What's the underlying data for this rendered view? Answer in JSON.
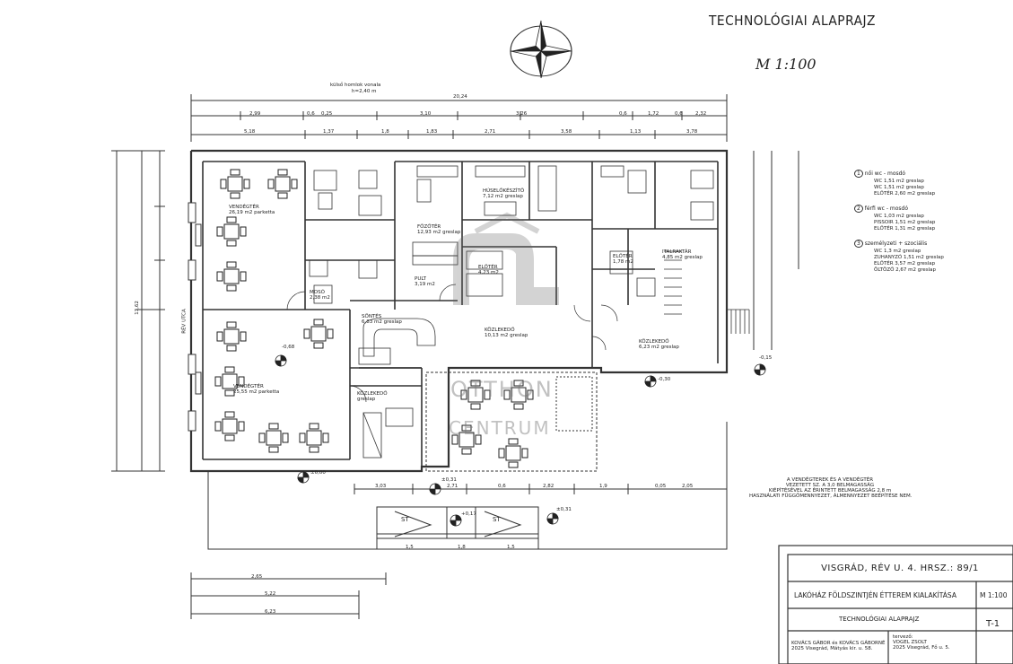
{
  "drawing": {
    "title": "TECHNOLÓGIAI ALAPRAJZ",
    "scale_note": "M 1:100"
  },
  "dimensions": {
    "top_total": "20,24",
    "top_note_1": "külső homlok vonala",
    "top_note_2": "h=2,40 m",
    "left_total": "13,62",
    "bottom_a": "2,65",
    "bottom_b": "5,22",
    "bottom_c": "6,23",
    "row_upper": [
      "2,99",
      "0,6",
      "0,25",
      "3,10",
      "3,26",
      "0,6",
      "1,72",
      "0,6",
      "2,32"
    ],
    "row_mid": [
      "5,18",
      "1,37",
      "1,8",
      "1,83",
      "2,71",
      "3,58",
      "1,13",
      "3,78"
    ],
    "row_lower": [
      "3,03",
      "2,71",
      "0,6",
      "2,82",
      "1,9",
      "0,05",
      "2,05"
    ],
    "row_tiny": [
      "1,5",
      "1,8",
      "1,5"
    ]
  },
  "rooms": [
    {
      "name": "VENDÉGTÉR",
      "area": "26,19 m2 parketta"
    },
    {
      "name": "VENDÉGTÉR",
      "area": "25,55 m2 parketta"
    },
    {
      "name": "FŐZŐTÉR",
      "area": "12,93 m2 greslap"
    },
    {
      "name": "HÚSELŐKÉSZÍTŐ",
      "area": "7,12 m2 greslap"
    },
    {
      "name": "ELŐTÉR",
      "area": "4,23 m2"
    },
    {
      "name": "KÖZLEKEDŐ",
      "area": "10,13 m2 greslap"
    },
    {
      "name": "ITALRAKTÁR",
      "area": "4,85 m2 greslap"
    },
    {
      "name": "KÖZLEKEDŐ",
      "area": "6,23 m2 greslap"
    },
    {
      "name": "SÖNTÉS",
      "area": "6,83 m2 greslap"
    },
    {
      "name": "PULT",
      "area": "3,19 m2"
    },
    {
      "name": "ELŐTÉR",
      "area": "1,78 m2"
    },
    {
      "name": "MOSÓ",
      "area": "2,38 m2"
    },
    {
      "name": "KÖZLEKEDŐ",
      "area": "greslap"
    }
  ],
  "street": "RÉV UTCA",
  "levels": [
    "-0,68",
    "±0,00",
    "-0,15",
    "-0,30",
    "±0,31",
    "+0,17",
    "±0,31"
  ],
  "parking": [
    "ST",
    "ST"
  ],
  "legend": [
    {
      "no": "1",
      "title": "női wc - mosdó",
      "rows": [
        "WC 1,51 m2 greslap",
        "WC 1,51 m2 greslap",
        "ELŐTÉR 2,60 m2 greslap"
      ]
    },
    {
      "no": "2",
      "title": "férfi wc - mosdó",
      "rows": [
        "WC 1,03 m2 greslap",
        "PISSOIR 1,51 m2 greslap",
        "ELŐTÉR 1,31 m2 greslap"
      ]
    },
    {
      "no": "3",
      "title": "személyzeti + szociális",
      "rows": [
        "WC 1,3 m2 greslap",
        "ZUHANYZÓ 1,51 m2 greslap",
        "ELŐTÉR 3,57 m2 greslap",
        "ÖLTÖZŐ 2,67 m2 greslap"
      ]
    }
  ],
  "note_block": [
    "A VENDÉGTEREK ÉS A VENDÉGTÉR",
    "VEZETETT SZ. A 3,0 BELMAGASSÁG",
    "KIÉPÍTÉSÉVEL AZ ÉRINTETT BELMAGASSÁG 2,8 m",
    "HASZNÁLATI FÜGGŐMENNYEZET, ÁLMENNYEZET BEÉPÍTÉSE NEM."
  ],
  "title_block": {
    "location": "VISGRÁD, RÉV U. 4. HRSZ.: 89/1",
    "project": "LAKÓHÁZ FÖLDSZINTJÉN ÉTTEREM KIALAKÍTÁSA",
    "scale": "M 1:100",
    "sheet_title": "TECHNOLÓGIAI ALAPRAJZ",
    "sheet_no": "T-1",
    "designer_label": "tervező:",
    "designer_name": "VOGEL ZSOLT",
    "designer_addr": "2025 Visegrád, Fő u. 5.",
    "office": "KOVÁCS GÁBOR és KOVÁCS GÁBORNÉ",
    "office_addr": "2025 Visegrád, Mátyás kir. u. 58."
  },
  "watermark": {
    "text_1": "OTTHON",
    "text_2": "CENTRUM"
  }
}
